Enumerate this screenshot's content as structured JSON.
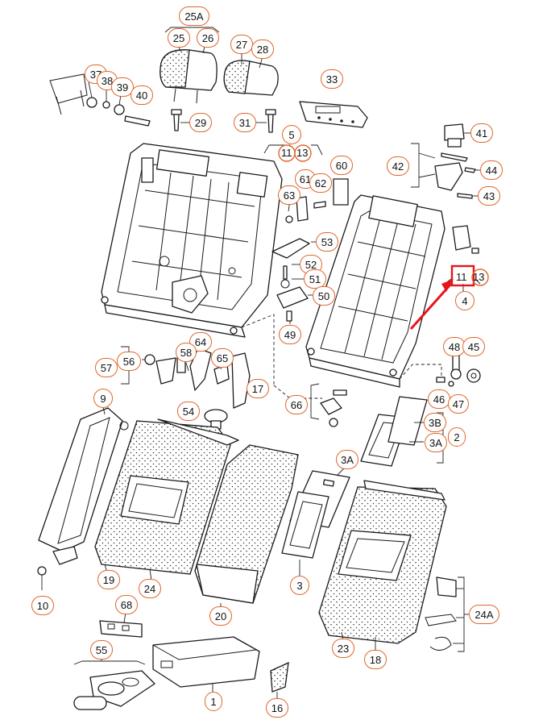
{
  "callouts": [
    {
      "id": "25A",
      "label": "25A"
    },
    {
      "id": "25",
      "label": "25"
    },
    {
      "id": "26",
      "label": "26"
    },
    {
      "id": "27",
      "label": "27"
    },
    {
      "id": "28",
      "label": "28"
    },
    {
      "id": "33",
      "label": "33"
    },
    {
      "id": "37",
      "label": "37"
    },
    {
      "id": "38",
      "label": "38"
    },
    {
      "id": "39",
      "label": "39"
    },
    {
      "id": "40",
      "label": "40"
    },
    {
      "id": "29",
      "label": "29"
    },
    {
      "id": "31",
      "label": "31"
    },
    {
      "id": "5",
      "label": "5"
    },
    {
      "id": "41",
      "label": "41"
    },
    {
      "id": "42",
      "label": "42"
    },
    {
      "id": "44",
      "label": "44"
    },
    {
      "id": "43",
      "label": "43"
    },
    {
      "id": "60",
      "label": "60"
    },
    {
      "id": "61",
      "label": "61"
    },
    {
      "id": "62",
      "label": "62"
    },
    {
      "id": "63",
      "label": "63"
    },
    {
      "id": "53",
      "label": "53"
    },
    {
      "id": "52",
      "label": "52"
    },
    {
      "id": "51",
      "label": "51"
    },
    {
      "id": "50",
      "label": "50"
    },
    {
      "id": "49",
      "label": "49"
    },
    {
      "id": "4",
      "label": "4"
    },
    {
      "id": "64",
      "label": "64"
    },
    {
      "id": "58",
      "label": "58"
    },
    {
      "id": "65",
      "label": "65"
    },
    {
      "id": "56",
      "label": "56"
    },
    {
      "id": "57",
      "label": "57"
    },
    {
      "id": "17",
      "label": "17"
    },
    {
      "id": "48",
      "label": "48"
    },
    {
      "id": "45",
      "label": "45"
    },
    {
      "id": "46",
      "label": "46"
    },
    {
      "id": "47",
      "label": "47"
    },
    {
      "id": "66",
      "label": "66"
    },
    {
      "id": "9",
      "label": "9"
    },
    {
      "id": "54",
      "label": "54"
    },
    {
      "id": "3B",
      "label": "3B"
    },
    {
      "id": "2",
      "label": "2"
    },
    {
      "id": "3A_a",
      "label": "3A"
    },
    {
      "id": "3A_b",
      "label": "3A"
    },
    {
      "id": "19",
      "label": "19"
    },
    {
      "id": "24",
      "label": "24"
    },
    {
      "id": "10",
      "label": "10"
    },
    {
      "id": "68",
      "label": "68"
    },
    {
      "id": "20",
      "label": "20"
    },
    {
      "id": "3",
      "label": "3"
    },
    {
      "id": "24A",
      "label": "24A"
    },
    {
      "id": "55",
      "label": "55"
    },
    {
      "id": "23",
      "label": "23"
    },
    {
      "id": "18",
      "label": "18"
    },
    {
      "id": "1",
      "label": "1"
    },
    {
      "id": "16",
      "label": "16"
    }
  ],
  "plain_labels": [
    {
      "id": "11_top",
      "label": "11"
    },
    {
      "id": "13_top",
      "label": "13"
    },
    {
      "id": "11_right",
      "label": "11"
    },
    {
      "id": "13_right",
      "label": "13"
    }
  ],
  "highlight": {
    "color": "#e8141c"
  },
  "accent": {
    "callout_border": "#e0662a"
  }
}
